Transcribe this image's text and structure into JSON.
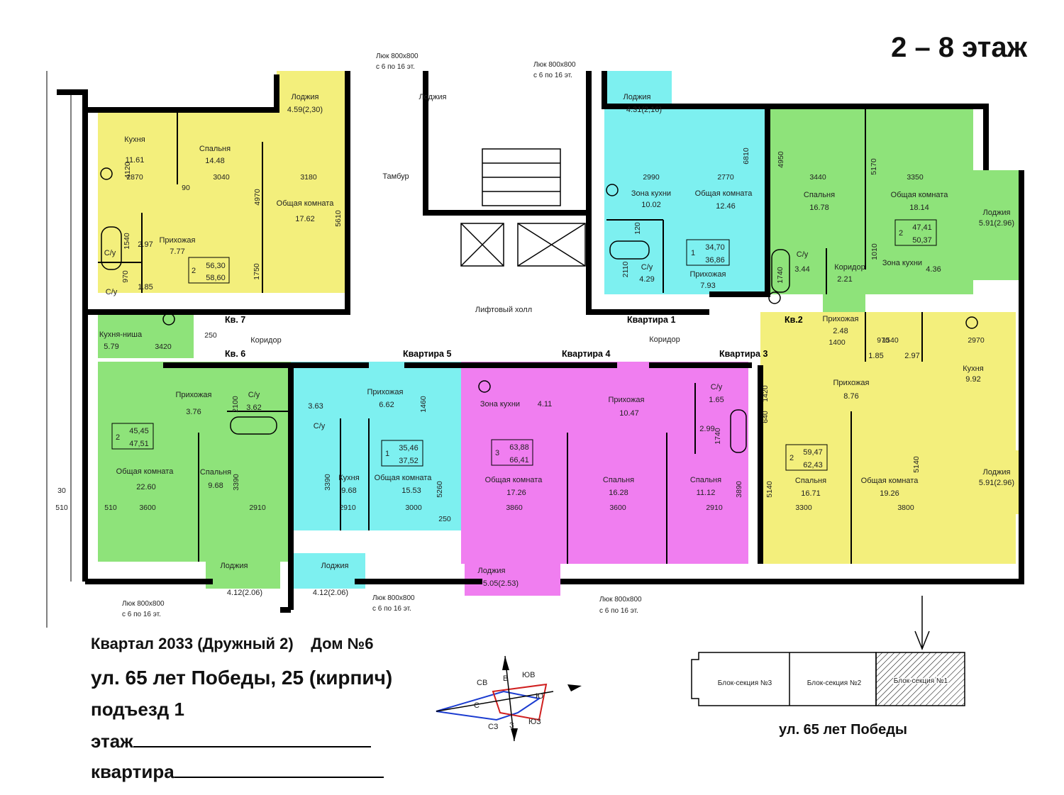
{
  "floor_title": "2 – 8 этаж",
  "info": {
    "kvartal": "Квартал 2033 (Дружный 2)",
    "dom": "Дом №6",
    "address": "ул. 65 лет Победы, 25 (кирпич)",
    "entrance": "подъезд 1",
    "floor_label": "этаж",
    "apartment_label": "квартира"
  },
  "street_label": "ул. 65 лет Победы",
  "sections": [
    "Блок-секция №3",
    "Блок-секция №2",
    "Блок-секция №1"
  ],
  "compass": {
    "sv": "СВ",
    "v": "В",
    "yuv": "ЮВ",
    "yu": "Ю",
    "s": "С",
    "sz": "СЗ",
    "z": "З",
    "yuz": "ЮЗ"
  },
  "common": {
    "loggia": "Лоджия",
    "tambur": "Тамбур",
    "lift_hall": "Лифтовый холл",
    "corridor_left": "Коридор",
    "corridor_right": "Коридор",
    "hatch": "Люк 800х800",
    "hatch_floors": "с 6 по 16 эт."
  },
  "apartment_tags": {
    "kv7": "Кв. 7",
    "kv6": "Кв. 6",
    "kv1": "Квартира 1",
    "kv2": "Кв.2",
    "kv5": "Квартира 5",
    "kv4": "Квартира 4",
    "kv3": "Квартира 3"
  },
  "colors": {
    "yellow": "#f3ef7c",
    "cyan": "#7df0f0",
    "green": "#8ee37a",
    "magenta": "#f07ef0"
  },
  "apt7": {
    "rooms": "2",
    "area1": "56,30",
    "area2": "58,60",
    "kitchen": "Кухня",
    "kitchen_a": "11.61",
    "bed": "Спальня",
    "bed_a": "14.48",
    "living": "Общая комната",
    "living_a": "17.62",
    "hall": "Прихожая",
    "hall_a": "7.77",
    "bath": "С/у",
    "bath_a": "2.97",
    "wc": "С/у",
    "wc_a": "1.85",
    "loggia_a": "4.59(2,30)",
    "d1": "2870",
    "d2": "3040",
    "d3": "3180",
    "d4": "4120",
    "d5": "4970",
    "d6": "5610",
    "d7": "1540",
    "d8": "970",
    "d9": "1750",
    "d10": "90"
  },
  "apt1": {
    "rooms": "1",
    "area1": "34,70",
    "area2": "36,86",
    "kitchen": "Зона кухни",
    "kitchen_a": "10.02",
    "living": "Общая комната",
    "living_a": "12.46",
    "hall": "Прихожая",
    "hall_a": "7.93",
    "bath": "С/у",
    "bath_a": "4.29",
    "loggia_a": "4.31(2,16)",
    "d1": "2990",
    "d2": "2770",
    "d3": "6810",
    "d4": "2110",
    "d5": "120"
  },
  "apt2": {
    "rooms": "2",
    "area1": "47,41",
    "area2": "50,37",
    "bed": "Спальня",
    "bed_a": "16.78",
    "living": "Общая комната",
    "living_a": "18.14",
    "kitchen": "Зона кухни",
    "kitchen_a": "4.36",
    "corridor": "Коридор",
    "corridor_a": "2.21",
    "hall": "Прихожая",
    "hall_a": "2.48",
    "bath": "С/у",
    "bath_a": "3.44",
    "loggia_a": "5.91(2.96)",
    "d1": "3440",
    "d2": "3350",
    "d3": "4950",
    "d4": "5170",
    "d5": "1740",
    "d6": "1400",
    "d7": "1010"
  },
  "apt6": {
    "rooms": "2",
    "area1": "45,45",
    "area2": "47,51",
    "niche": "Кухня-ниша",
    "niche_a": "5.79",
    "hall": "Прихожая",
    "hall_a": "3.76",
    "bath": "С/у",
    "bath_a": "3.62",
    "living": "Общая комната",
    "living_a": "22.60",
    "bed": "Спальня",
    "bed_a": "9.68",
    "loggia_a": "4.12(2.06)",
    "d1": "3420",
    "d2": "250",
    "d3": "3600",
    "d4": "2910",
    "d5": "3390",
    "d6": "2100",
    "d7": "510",
    "d8": "30"
  },
  "apt5": {
    "rooms": "1",
    "area1": "35,46",
    "area2": "37,52",
    "hall": "Прихожая",
    "hall_a": "6.62",
    "bath": "С/у",
    "bath_a": "3.63",
    "kitchen": "Кухня",
    "kitchen_a": "9.68",
    "living": "Общая комната",
    "living_a": "15.53",
    "loggia_a": "4.12(2.06)",
    "d1": "2910",
    "d2": "3000",
    "d3": "3390",
    "d4": "5260",
    "d5": "1460",
    "d6": "250"
  },
  "apt4": {
    "rooms": "3",
    "area1": "63,88",
    "area2": "66,41",
    "kitchen": "Зона кухни",
    "kitchen_a": "4.11",
    "hall": "Прихожая",
    "hall_a": "10.47",
    "living": "Общая комната",
    "living_a": "17.26",
    "bed1": "Спальня",
    "bed1_a": "16.28",
    "bed2": "Спальня",
    "bed2_a": "11.12",
    "bath1": "С/у",
    "bath1_a": "1.65",
    "bath2_a": "2.99",
    "loggia_a": "5.05(2.53)",
    "d1": "3860",
    "d2": "3600",
    "d3": "2910",
    "d4": "3890",
    "d5": "1740"
  },
  "apt3": {
    "rooms": "2",
    "area1": "59,47",
    "area2": "62,43",
    "hall": "Прихожая",
    "hall_a": "8.76",
    "kitchen": "Кухня",
    "kitchen_a": "9.92",
    "bed": "Спальня",
    "bed_a": "16.71",
    "living": "Общая комната",
    "living_a": "19.26",
    "bath": "С/у",
    "bath_a": "2.97",
    "wc_a": "1.85",
    "loggia_a": "5.91(2.96)",
    "d1": "2970",
    "d2": "1420",
    "d3": "5140",
    "d4": "3300",
    "d5": "3800",
    "d6": "1540",
    "d7": "970",
    "d8": "640"
  }
}
